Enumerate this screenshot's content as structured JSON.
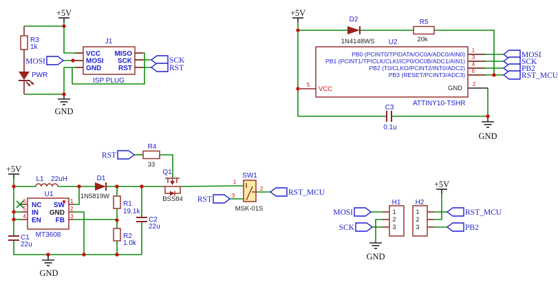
{
  "isp": {
    "power_top": "+5V",
    "gnd_label": "GND",
    "r3": {
      "ref": "R3",
      "value": "1k"
    },
    "led_label": "PWR",
    "mosi_flag": "MOSI",
    "sck_flag": "SCK",
    "rst_flag": "RST",
    "connector": {
      "ref": "J1",
      "name": "ISP PLUG",
      "left_pins": [
        "VCC",
        "MOSI",
        "GND"
      ],
      "right_pins": [
        "MISO",
        "SCK",
        "RST"
      ]
    }
  },
  "mcu": {
    "power_top": "+5V",
    "gnd_label": "GND",
    "d2": {
      "ref": "D2",
      "value": "1N4148WS"
    },
    "r5": {
      "ref": "R5",
      "value": "20k"
    },
    "u2": {
      "ref": "U2",
      "part": "ATTINY10-TSHR",
      "vcc_label": "VCC",
      "vcc_num": "5",
      "gnd_label": "GND",
      "gnd_num": "2",
      "pins": [
        {
          "num": "1",
          "label": "PB0 (PCINT0/TPIDATA/OC0A/ADC0/AIN0)",
          "flag": "MOSI"
        },
        {
          "num": "3",
          "label": "PB1 (PCINT1/TPICLK/CLKI/ICP0/OC0B/ADC1/AIN1)",
          "flag": "SCK"
        },
        {
          "num": "4",
          "label": "PB2 (T0/CLKO/PCINT2/INT0/ADC2)",
          "flag": "PB2"
        },
        {
          "num": "6",
          "label": "PB3 (RESET/PCINT3/ADC3)",
          "flag": "RST_MCU"
        }
      ]
    },
    "c3": {
      "ref": "C3",
      "value": "0.1u"
    }
  },
  "boost": {
    "power": "+5V",
    "gnd_label": "GND",
    "l1": {
      "ref": "L1",
      "value": "22uH"
    },
    "u1": {
      "ref": "U1",
      "part": "MT3608",
      "left_pins": [
        {
          "num": "6",
          "label": "NC"
        },
        {
          "num": "5",
          "label": "IN"
        },
        {
          "num": "4",
          "label": "EN"
        }
      ],
      "right_pins": [
        {
          "num": "1",
          "label": "SW"
        },
        {
          "num": "2",
          "label": "GND"
        },
        {
          "num": "3",
          "label": "FB"
        }
      ]
    },
    "d1": {
      "ref": "D1",
      "value": "1N5819W"
    },
    "r1": {
      "ref": "R1",
      "value": "19.1k"
    },
    "r2": {
      "ref": "R2",
      "value": "1.0k"
    },
    "c1": {
      "ref": "C1",
      "value": "22u"
    },
    "c2": {
      "ref": "C2",
      "value": "22u"
    }
  },
  "reset": {
    "rst_flag_r4": "RST",
    "r4": {
      "ref": "R4",
      "value": "33"
    },
    "q1": {
      "ref": "Q1",
      "value": "BSS84"
    },
    "sw1": {
      "ref": "SW1",
      "part": "MSK-01S",
      "pin1": "1",
      "pin2": "2",
      "pin3": "3"
    },
    "rst_flag_sw": "RST",
    "rst_mcu_flag": "RST_MCU"
  },
  "headers": {
    "power": "+5V",
    "gnd_label": "GND",
    "h1": {
      "ref": "H1",
      "pins": [
        "1",
        "2",
        "3"
      ],
      "mosi_flag": "MOSI",
      "sck_flag": "SCK"
    },
    "h2": {
      "ref": "H2",
      "pins": [
        "1",
        "2",
        "3"
      ],
      "rst_mcu_flag": "RST_MCU",
      "pb2_flag": "PB2"
    }
  }
}
